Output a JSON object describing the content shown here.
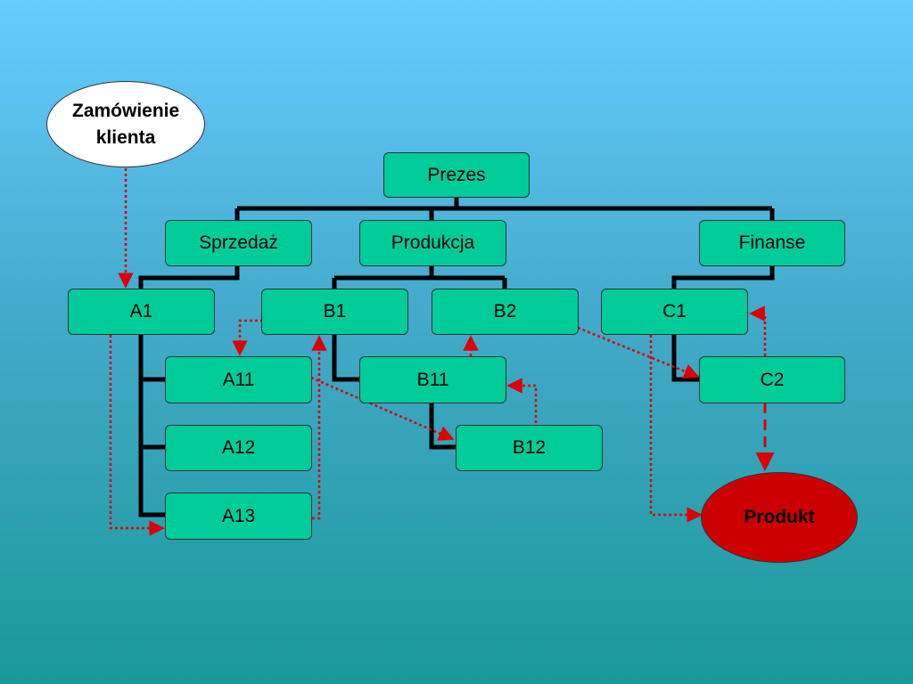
{
  "diagram": {
    "nodes": {
      "order": "Zamówienie klienta",
      "prezes": "Prezes",
      "sprzedaz": "Sprzedaż",
      "produkcja": "Produkcja",
      "finanse": "Finanse",
      "a1": "A1",
      "b1": "B1",
      "b2": "B2",
      "c1": "C1",
      "a11": "A11",
      "a12": "A12",
      "a13": "A13",
      "b11": "B11",
      "b12": "B12",
      "c2": "C2",
      "product": "Produkt"
    },
    "hierarchy": [
      [
        "prezes",
        "sprzedaz"
      ],
      [
        "prezes",
        "produkcja"
      ],
      [
        "prezes",
        "finanse"
      ],
      [
        "sprzedaz",
        "a1"
      ],
      [
        "produkcja",
        "b1"
      ],
      [
        "produkcja",
        "b2"
      ],
      [
        "finanse",
        "c1"
      ],
      [
        "a1",
        "a11"
      ],
      [
        "a1",
        "a12"
      ],
      [
        "a1",
        "a13"
      ],
      [
        "b1",
        "b11"
      ],
      [
        "b11",
        "b12"
      ],
      [
        "c1",
        "c2"
      ]
    ],
    "flows": [
      [
        "order",
        "a1"
      ],
      [
        "a1",
        "a13"
      ],
      [
        "a13",
        "b1"
      ],
      [
        "b1",
        "a11"
      ],
      [
        "a11",
        "b12"
      ],
      [
        "b12",
        "b11"
      ],
      [
        "b11",
        "b2"
      ],
      [
        "b2",
        "c2"
      ],
      [
        "c2",
        "c1"
      ],
      [
        "c1",
        "product"
      ],
      [
        "c2",
        "product"
      ]
    ],
    "colors": {
      "box_fill": "#00cc99",
      "order_fill": "#ffffff",
      "product_fill": "#cc0000",
      "hierarchy_line": "#000000",
      "flow_line": "#dd0000"
    }
  }
}
